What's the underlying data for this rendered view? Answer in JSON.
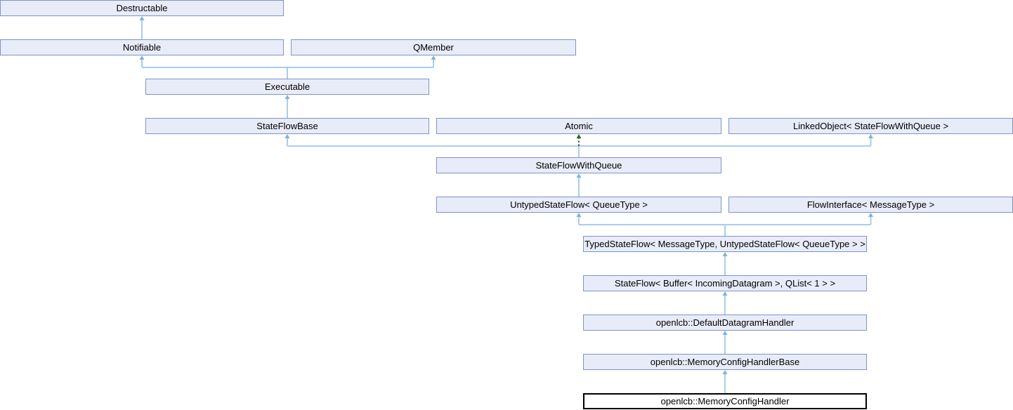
{
  "colors": {
    "background": "#ffffff",
    "node_fill": "#e8ecf8",
    "node_border": "#8093c6",
    "current_node_fill": "#ffffff",
    "current_node_border": "#000000",
    "edge_public_line": "#a9cee9",
    "edge_public_arrowhead": "#7fb2d9",
    "edge_protected_line": "#2d6e2d",
    "edge_protected_arrowhead": "#2d6e2d",
    "text": "#000000"
  },
  "diagram": {
    "type": "class-inheritance-graph",
    "nodes": [
      {
        "id": "destructable",
        "label": "Destructable",
        "current": false
      },
      {
        "id": "notifiable",
        "label": "Notifiable",
        "current": false
      },
      {
        "id": "qmember",
        "label": "QMember",
        "current": false
      },
      {
        "id": "executable",
        "label": "Executable",
        "current": false
      },
      {
        "id": "stateflowbase",
        "label": "StateFlowBase",
        "current": false
      },
      {
        "id": "atomic",
        "label": "Atomic",
        "current": false
      },
      {
        "id": "linkedobject",
        "label": "LinkedObject< StateFlowWithQueue >",
        "current": false
      },
      {
        "id": "stateflowwithqueue",
        "label": "StateFlowWithQueue",
        "current": false
      },
      {
        "id": "untypedstateflow",
        "label": "UntypedStateFlow< QueueType >",
        "current": false
      },
      {
        "id": "flowinterface",
        "label": "FlowInterface< MessageType >",
        "current": false
      },
      {
        "id": "typedstateflow",
        "label": "TypedStateFlow< MessageType, UntypedStateFlow< QueueType > >",
        "current": false
      },
      {
        "id": "stateflow",
        "label": "StateFlow< Buffer< IncomingDatagram >, QList< 1 > >",
        "current": false
      },
      {
        "id": "defaultdatagramhandler",
        "label": "openlcb::DefaultDatagramHandler",
        "current": false
      },
      {
        "id": "memoryconfighandlerbase",
        "label": "openlcb::MemoryConfigHandlerBase",
        "current": false
      },
      {
        "id": "memoryconfighandler",
        "label": "openlcb::MemoryConfigHandler",
        "current": true
      }
    ],
    "edges": [
      {
        "from": "notifiable",
        "to": "destructable",
        "type": "public"
      },
      {
        "from": "executable",
        "to": "notifiable",
        "type": "public"
      },
      {
        "from": "executable",
        "to": "qmember",
        "type": "public"
      },
      {
        "from": "stateflowbase",
        "to": "executable",
        "type": "public"
      },
      {
        "from": "stateflowwithqueue",
        "to": "stateflowbase",
        "type": "public"
      },
      {
        "from": "stateflowwithqueue",
        "to": "atomic",
        "type": "protected"
      },
      {
        "from": "stateflowwithqueue",
        "to": "linkedobject",
        "type": "public"
      },
      {
        "from": "untypedstateflow",
        "to": "stateflowwithqueue",
        "type": "public"
      },
      {
        "from": "typedstateflow",
        "to": "untypedstateflow",
        "type": "public"
      },
      {
        "from": "typedstateflow",
        "to": "flowinterface",
        "type": "public"
      },
      {
        "from": "stateflow",
        "to": "typedstateflow",
        "type": "public"
      },
      {
        "from": "defaultdatagramhandler",
        "to": "stateflow",
        "type": "public"
      },
      {
        "from": "memoryconfighandlerbase",
        "to": "defaultdatagramhandler",
        "type": "public"
      },
      {
        "from": "memoryconfighandler",
        "to": "memoryconfighandlerbase",
        "type": "public"
      }
    ]
  }
}
